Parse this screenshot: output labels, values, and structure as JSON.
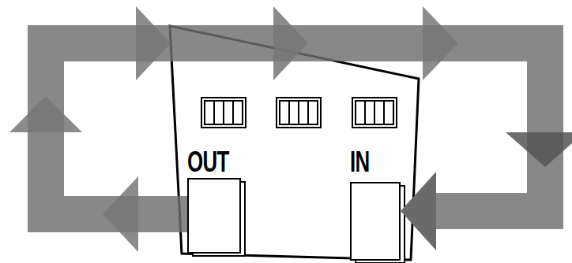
{
  "diagram": {
    "nodes": [
      {
        "text": [
          "OUT"
        ]
      },
      {
        "text": [
          "IN"
        ]
      }
    ],
    "edges": [
      {
        "from": 0,
        "to": 1,
        "arrow": "to"
      }
    ]
  }
}
